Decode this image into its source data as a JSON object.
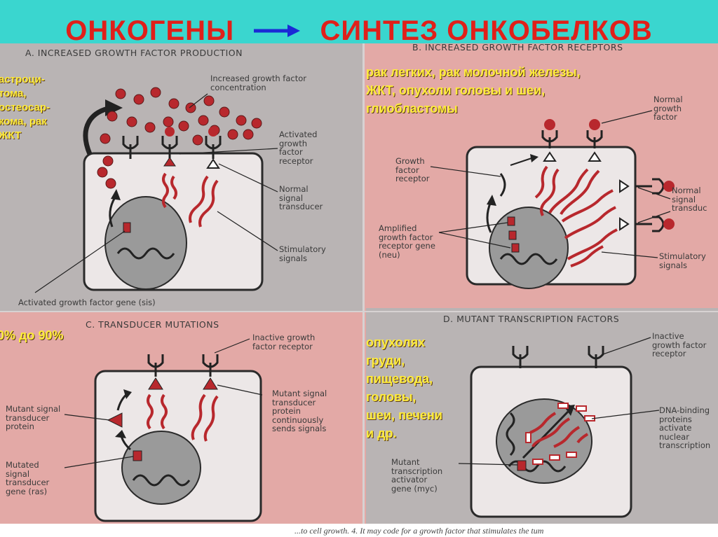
{
  "title": {
    "left": "ОНКОГЕНЫ",
    "right": "СИНТЕЗ ОНКОБЕЛКОВ",
    "arrow_icon": "right-arrow-icon",
    "color": "#e0201a",
    "arrow_color": "#1a2ad6"
  },
  "colors": {
    "background": "#3ad6cf",
    "panel_gray": "#b9b4b4",
    "panel_pink": "#e3a9a6",
    "red": "#b8282d",
    "overlay_text": "#ffec3a"
  },
  "panels": {
    "a": {
      "title": "A. INCREASED GROWTH FACTOR PRODUCTION",
      "labels": {
        "concentration": "Increased growth factor\nconcentration",
        "activated_receptor": "Activated\ngrowth\nfactor\nreceptor",
        "normal_transducer": "Normal\nsignal\ntransducer",
        "stimulatory": "Stimulatory\nsignals",
        "gene": "Activated growth factor gene (sis)"
      },
      "overlay": "астроци-\nтома,\nостеосар-\nкома, рак\nЖКТ"
    },
    "b": {
      "title": "B. INCREASED GROWTH FACTOR RECEPTORS",
      "labels": {
        "normal_factor": "Normal\ngrowth\nfactor",
        "receptor": "Growth\nfactor\nreceptor",
        "normal_transducer": "Normal\nsignal\ntransduc",
        "amplified": "Amplified\ngrowth factor\nreceptor gene\n(neu)",
        "stimulatory": "Stimulatory\nsignals"
      },
      "overlay": "рак легких, рак молочной железы,\nЖКТ, опухоли головы и шеи,\nглиобластомы"
    },
    "c": {
      "title": "C. TRANSDUCER MUTATIONS",
      "labels": {
        "inactive": "Inactive growth\nfactor receptor",
        "mutant_protein": "Mutant signal\ntransducer\nprotein",
        "continuous": "Mutant signal\ntransducer\nprotein\ncontinuously\nsends signals",
        "mutated_gene": "Mutated\nsignal\ntransducer\ngene (ras)"
      },
      "overlay": "0% до 90%"
    },
    "d": {
      "title": "D. MUTANT TRANSCRIPTION FACTORS",
      "labels": {
        "inactive": "Inactive\ngrowth factor\nreceptor",
        "dna_binding": "DNA-binding\nproteins\nactivate\nnuclear\ntranscription",
        "mutant_activator": "Mutant\ntranscription\nactivator\ngene (myc)"
      },
      "overlay": "опухолях\nгруди,\nпищевода,\nголовы,\nшеи, печени\nи др."
    }
  },
  "footer": "...to cell growth. 4. It may code for a growth factor that stimulates the tum"
}
